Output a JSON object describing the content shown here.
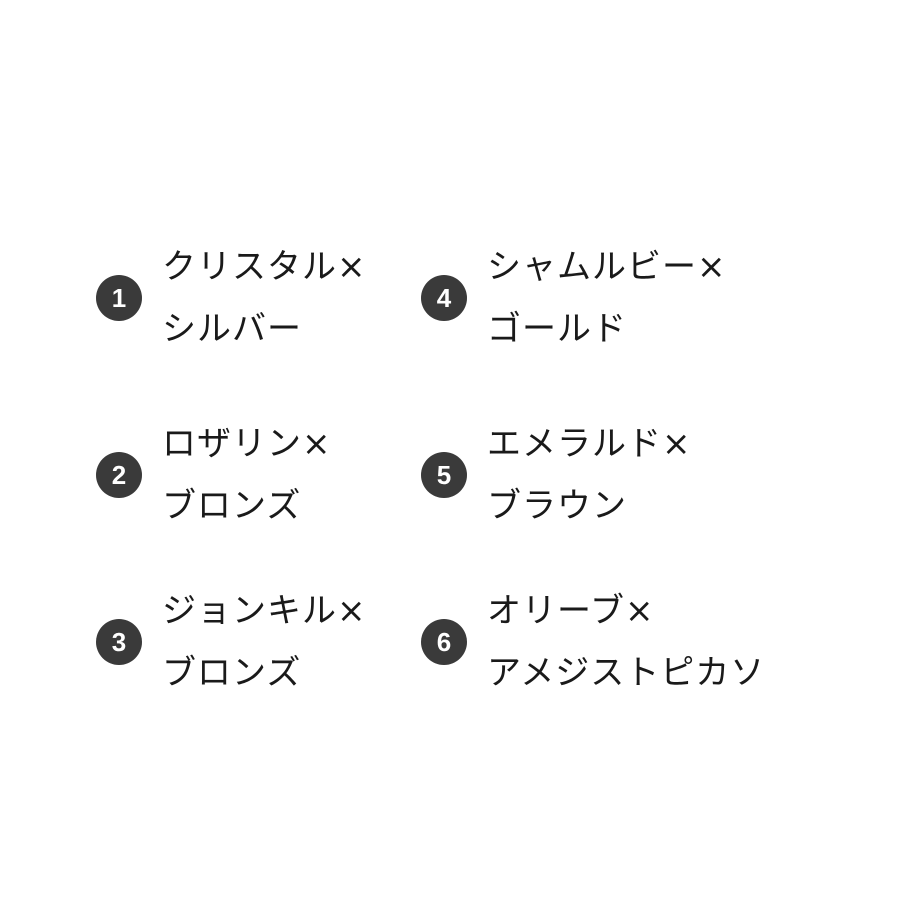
{
  "items": [
    {
      "number": "1",
      "line1": "クリスタル×",
      "line2": "シルバー"
    },
    {
      "number": "2",
      "line1": "ロザリン×",
      "line2": "ブロンズ"
    },
    {
      "number": "3",
      "line1": "ジョンキル×",
      "line2": "ブロンズ"
    },
    {
      "number": "4",
      "line1": "シャムルビー×",
      "line2": "ゴールド"
    },
    {
      "number": "5",
      "line1": "エメラルド×",
      "line2": "ブラウン"
    },
    {
      "number": "6",
      "line1": "オリーブ×",
      "line2": "アメジストピカソ"
    }
  ],
  "colors": {
    "badge_bg": "#3a3a3a",
    "badge_text": "#ffffff",
    "text": "#1a1a1a",
    "background": "#ffffff"
  }
}
